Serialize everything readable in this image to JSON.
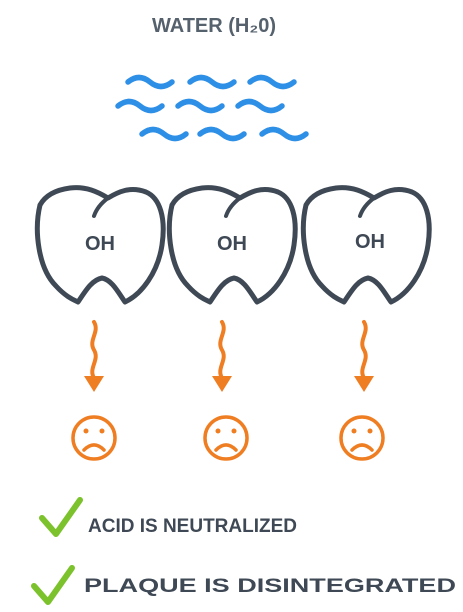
{
  "header": {
    "title": "WATER (H₂0)"
  },
  "teeth": [
    {
      "label": "OH"
    },
    {
      "label": "OH"
    },
    {
      "label": "OH"
    }
  ],
  "results": [
    {
      "text": "ACID IS NEUTRALIZED"
    },
    {
      "text": "PLAQUE IS DISINTEGRATED"
    }
  ],
  "colors": {
    "title": "#55616d",
    "water": "#2e8fe6",
    "tooth_outline": "#3f4955",
    "tooth_text": "#3f4955",
    "arrow": "#ef7d22",
    "face": "#ef7d22",
    "check": "#7cc22c",
    "result_text": "#3f4955"
  },
  "icons": {
    "water": "water-waves-icon",
    "arrow": "wavy-down-arrow-icon",
    "face": "sad-face-icon",
    "check": "checkmark-icon"
  }
}
